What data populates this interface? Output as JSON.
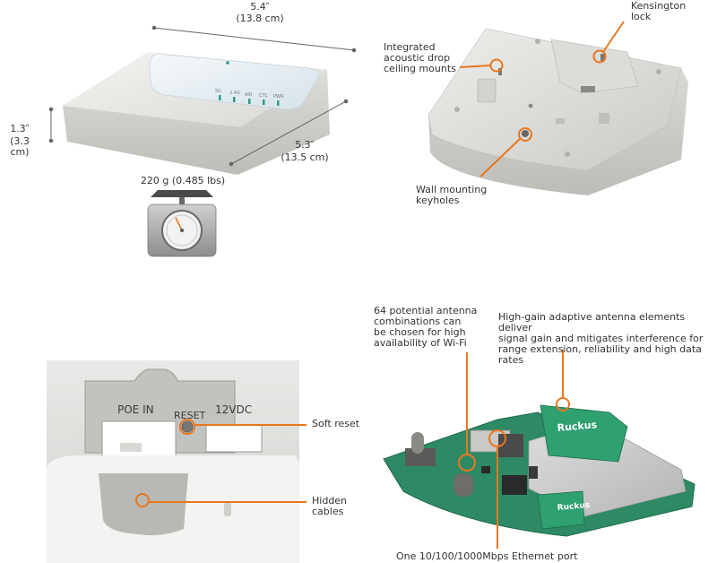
{
  "dimensions": {
    "width_in": "5.4″",
    "width_cm": "(13.8 cm)",
    "depth_in": "5.3″",
    "depth_cm": "(13.5 cm)",
    "height_in": "1.3″",
    "height_cm": "(3.3 cm)",
    "weight": "220 g (0.485 lbs)"
  },
  "device_leds": [
    "5G",
    "2.4G",
    "AIR",
    "CTL",
    "PWR"
  ],
  "back_callouts": {
    "kensington": "Kensington\nlock",
    "ceiling": "Integrated\nacoustic drop\nceiling mounts",
    "wall": "Wall mounting\nkeyholes"
  },
  "ports_panel": {
    "poe": "POE IN",
    "reset": "RESET",
    "dc": "12VDC"
  },
  "port_callouts": {
    "soft_reset": "Soft reset",
    "hidden_cables": "Hidden\ncables"
  },
  "board_callouts": {
    "antenna_combos": "64 potential antenna\ncombinations can\nbe chosen for high\navailability of Wi-Fi",
    "high_gain": "High-gain adaptive antenna elements deliver\nsignal gain and mitigates interference for\nrange extension, reliability and high data rates",
    "ethernet": "One 10/100/1000Mbps Ethernet port"
  },
  "board_brand": "Ruckus",
  "colors": {
    "accent": "#e8771e",
    "text": "#333333",
    "led": "#2f9a8a",
    "pcb": "#2d8a64"
  }
}
